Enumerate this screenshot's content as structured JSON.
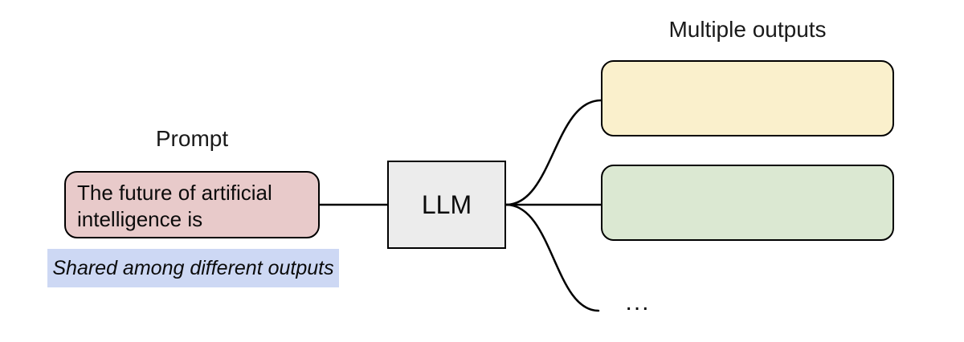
{
  "colors": {
    "canvas": "#ffffff",
    "stroke": "#000000",
    "prompt-fill": "#e8caca",
    "output1-fill": "#faf0cc",
    "output2-fill": "#dbe8d2",
    "llm-fill": "#ececec",
    "note-bg": "#cdd8f4"
  },
  "prompt": {
    "title": "Prompt",
    "text": "The future of artificial intelligence is",
    "note": "Shared among different outputs"
  },
  "model": {
    "label": "LLM"
  },
  "outputs": {
    "title": "Multiple outputs",
    "ellipsis": "..."
  }
}
